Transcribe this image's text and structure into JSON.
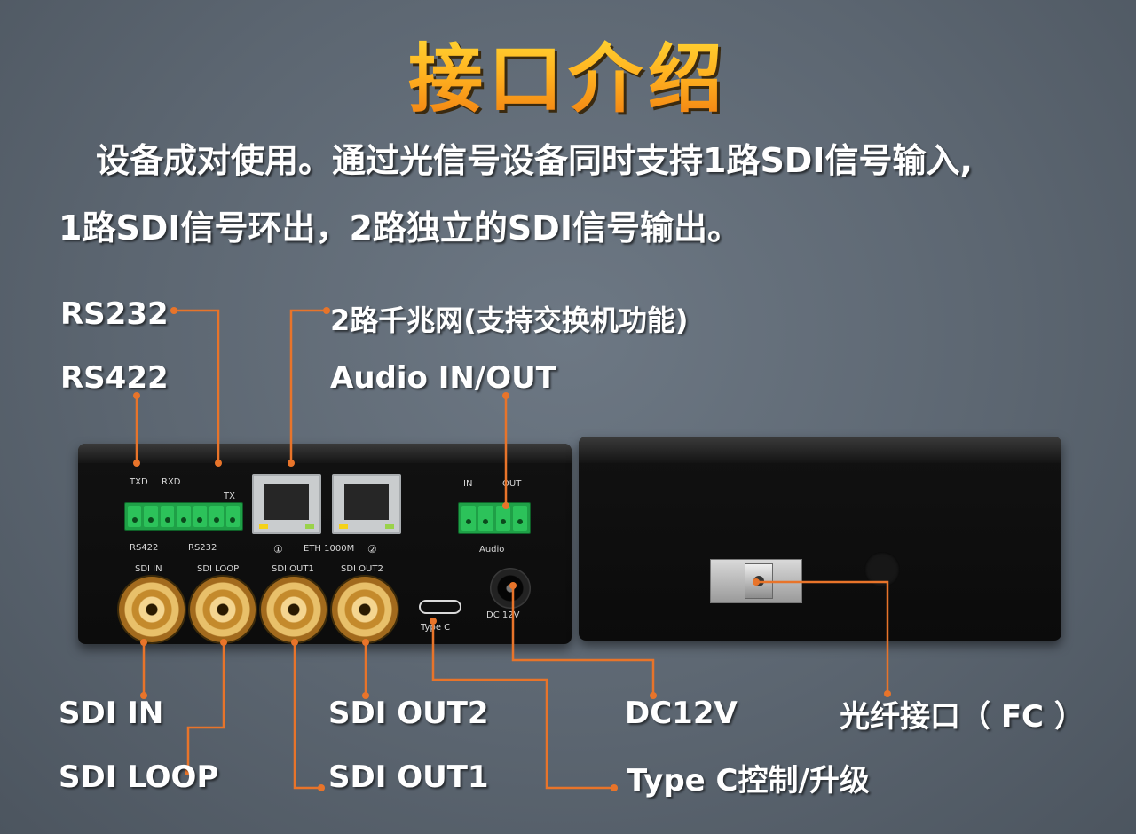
{
  "title": "接口介绍",
  "intro": {
    "line1": "设备成对使用。通过光信号设备同时支持1路SDI信号输入,",
    "line2": "1路SDI信号环出，2路独立的SDI信号输出。"
  },
  "labels": {
    "rs232": "RS232",
    "rs422": "RS422",
    "ethernet": "2路千兆网(支持交换机功能)",
    "audio": "Audio IN/OUT",
    "sdi_in": "SDI IN",
    "sdi_loop": "SDI LOOP",
    "sdi_out2": "SDI OUT2",
    "sdi_out1": "SDI OUT1",
    "dc12v": "DC12V",
    "type_c": "Type C控制/升级",
    "fiber": "光纤接口（ FC ）"
  },
  "device_print": {
    "txd": "TXD",
    "rxd": "RXD",
    "rs422": "RS422",
    "rs232": "RS232",
    "tx": "TX",
    "eth": "ETH 1000M",
    "port1": "①",
    "port2": "②",
    "in": "IN",
    "out": "OUT",
    "audio": "Audio",
    "sdi_in": "SDI IN",
    "sdi_loop": "SDI LOOP",
    "sdi_out1": "SDI OUT1",
    "sdi_out2": "SDI OUT2",
    "type_c": "Type C",
    "dc": "DC 12V"
  },
  "colors": {
    "leader_line": "#e8742a",
    "title_gradient": [
      "#ffe23a",
      "#f07a10"
    ],
    "background": "#5c6671"
  }
}
